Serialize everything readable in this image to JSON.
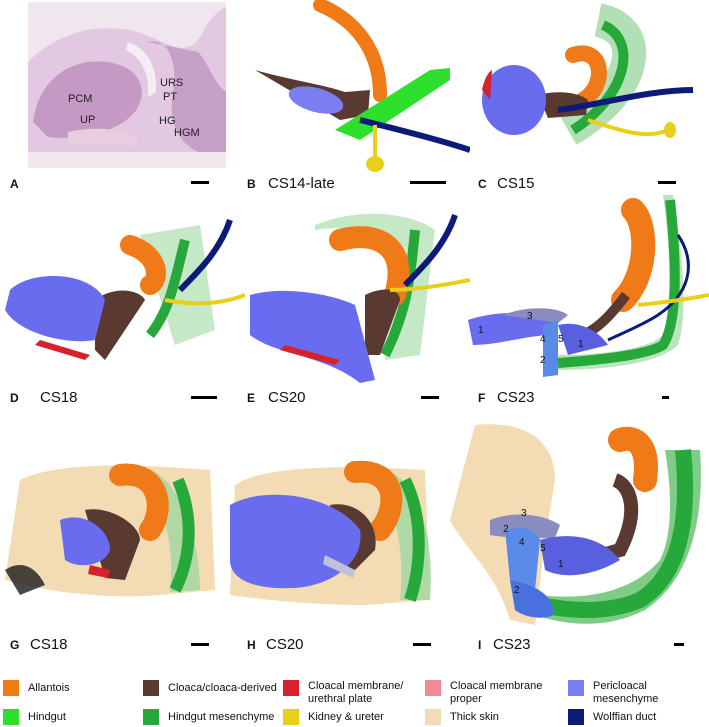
{
  "panels": {
    "A": {
      "letter": "A",
      "stage": ""
    },
    "B": {
      "letter": "B",
      "stage": "CS14-late"
    },
    "C": {
      "letter": "C",
      "stage": "CS15"
    },
    "D": {
      "letter": "D",
      "stage": "CS18"
    },
    "E": {
      "letter": "E",
      "stage": "CS20"
    },
    "F": {
      "letter": "F",
      "stage": "CS23"
    },
    "G": {
      "letter": "G",
      "stage": "CS18"
    },
    "H": {
      "letter": "H",
      "stage": "CS20"
    },
    "I": {
      "letter": "I",
      "stage": "CS23"
    }
  },
  "histology_labels": {
    "pcm": "PCM",
    "up": "UP",
    "urs": "URS",
    "pt": "PT",
    "hg": "HG",
    "hgm": "HGM"
  },
  "numbers": {
    "n1": "1",
    "n2": "2",
    "n3": "3",
    "n4": "4",
    "n5": "5"
  },
  "legend": [
    {
      "label": "Allantois",
      "color": "#f07a18"
    },
    {
      "label": "Cloaca/cloaca-derived",
      "color": "#5a3a30"
    },
    {
      "label": "Cloacal membrane/\nurethral plate",
      "color": "#d6222a"
    },
    {
      "label": "Cloacal membrane\nproper",
      "color": "#f08a98"
    },
    {
      "label": "Pericloacal\nmesenchyme",
      "color": "#7a7ef0"
    },
    {
      "label": "Hindgut",
      "color": "#2ee02e"
    },
    {
      "label": "Hindgut mesenchyme",
      "color": "#27a83a"
    },
    {
      "label": "Kidney & ureter",
      "color": "#e8cf1a"
    },
    {
      "label": "Thick skin",
      "color": "#f3dcb4"
    },
    {
      "label": "Wolffian duct",
      "color": "#0c1a78"
    }
  ]
}
